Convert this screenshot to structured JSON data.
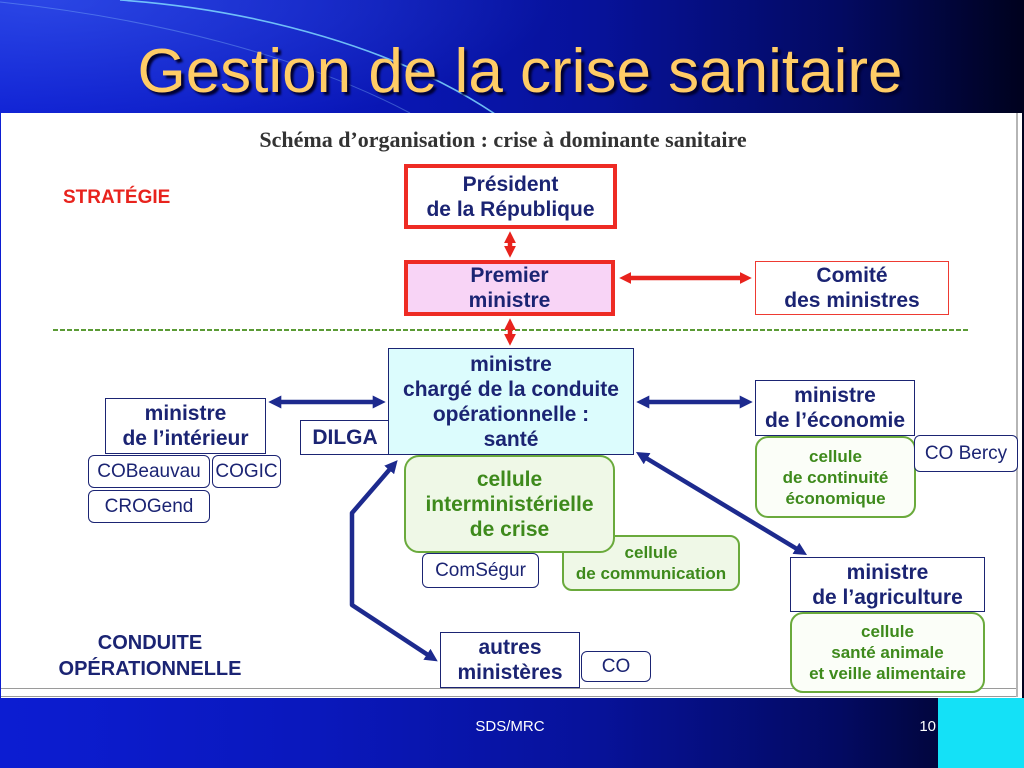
{
  "slide": {
    "title": "Gestion de la crise sanitaire",
    "footer": "SDS/MRC",
    "page_number": "10"
  },
  "diagram": {
    "heading": "Schéma d’organisation : crise à dominante sanitaire",
    "zone_strategy": "STRATÉGIE",
    "zone_operational": [
      "CONDUITE",
      "OPÉRATIONNELLE"
    ],
    "president": [
      "Président",
      "de la République"
    ],
    "premier_ministre": [
      "Premier",
      "ministre"
    ],
    "comite_ministres": [
      "Comité",
      "des ministres"
    ],
    "ministre_sante": [
      "ministre",
      "chargé de la conduite",
      "opérationnelle :",
      "santé"
    ],
    "ministre_interieur": [
      "ministre",
      "de l’intérieur"
    ],
    "dilga": "DILGA",
    "cobeauvau": "COBeauvau",
    "cogic": "COGIC",
    "crogend": "CROGend",
    "cellule_interministerielle": [
      "cellule",
      "interministérielle",
      "de crise"
    ],
    "comsegur": "ComSégur",
    "cellule_communication": [
      "cellule",
      "de communication"
    ],
    "ministre_economie": [
      "ministre",
      "de l’économie"
    ],
    "cellule_continuite": [
      "cellule",
      "de continuité",
      "économique"
    ],
    "co_bercy": "CO Bercy",
    "ministre_agriculture": [
      "ministre",
      "de l’agriculture"
    ],
    "cellule_sante_animale": [
      "cellule",
      "santé animale",
      "et veille alimentaire"
    ],
    "autres_ministeres": [
      "autres",
      "ministères"
    ],
    "co": "CO"
  },
  "colors": {
    "title": "#FFCC66",
    "strategy_red": "#E8231D",
    "navy": "#1B2473",
    "green": "#3E8A1C",
    "accent_cyan": "#14E1F7"
  }
}
